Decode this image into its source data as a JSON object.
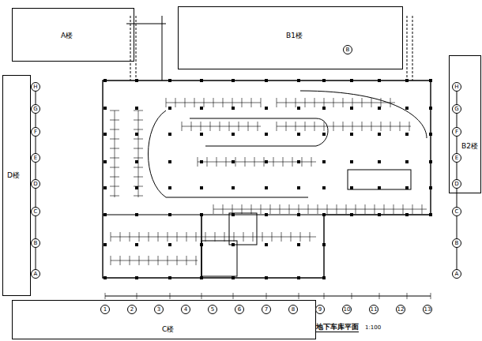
{
  "diagram": {
    "title": "地下车库平面",
    "nodes": [
      {
        "text": [
          "A楼"
        ]
      },
      {
        "text": [
          "B1楼"
        ]
      },
      {
        "text": [
          "D楼"
        ]
      },
      {
        "text": [
          "B2楼"
        ]
      },
      {
        "text": [
          "C楼"
        ]
      }
    ],
    "labels": [
      "H",
      "G",
      "F",
      "E",
      "D",
      "C",
      "B",
      "A",
      "H",
      "G",
      "F",
      "E",
      "D",
      "C",
      "B",
      "A",
      "1",
      "2",
      "3",
      "4",
      "5",
      "6",
      "7",
      "8",
      "9",
      "10",
      "11",
      "12",
      "13",
      "B",
      "1:100"
    ]
  }
}
